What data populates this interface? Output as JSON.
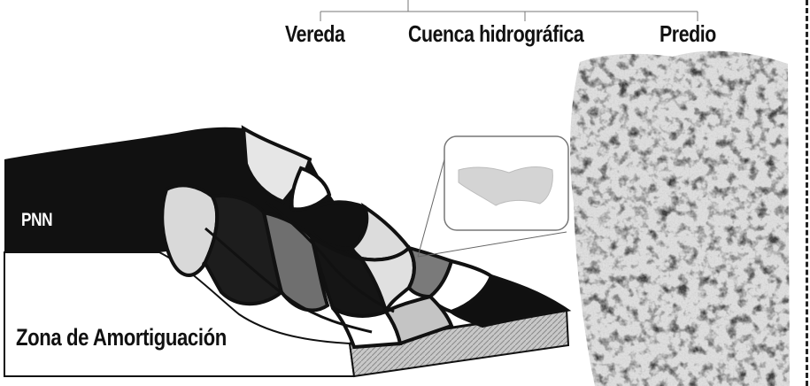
{
  "labels": {
    "vereda": "Vereda",
    "cuenca": "Cuenca hidrográfica",
    "predio": "Predio",
    "pnn": "PNN",
    "zona": "Zona de Amortiguación"
  },
  "icons": [
    "forest-photo",
    "zoom-callout-polygon",
    "terrain-block"
  ],
  "colors": {
    "dark": "#111111",
    "mid": "#6f6f6f",
    "light": "#d9d9d9",
    "white": "#ffffff"
  }
}
